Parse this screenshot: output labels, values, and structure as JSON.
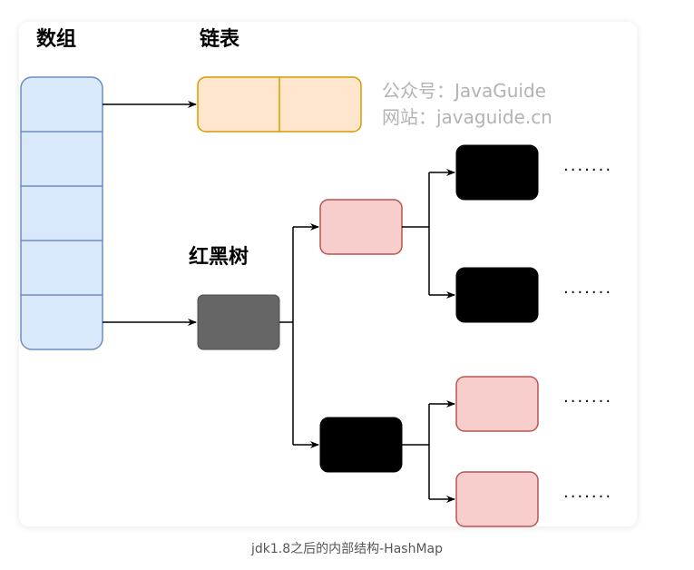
{
  "labels": {
    "array": "数组",
    "linked_list": "链表",
    "red_black_tree": "红黑树"
  },
  "watermark": {
    "line1": "公众号：JavaGuide",
    "line2": "网站：javaguide.cn"
  },
  "ellipsis": "·······",
  "caption": "jdk1.8之后的内部结构-HashMap",
  "colors": {
    "array_fill": "#dae8fc",
    "array_stroke": "#6c8ebf",
    "list_fill": "#ffe6cc",
    "list_stroke": "#d79b00",
    "red_fill": "#f8cecc",
    "red_stroke": "#b85450",
    "black_node": "#000000",
    "root_node": "#666666",
    "watermark": "#b3b3b3"
  }
}
